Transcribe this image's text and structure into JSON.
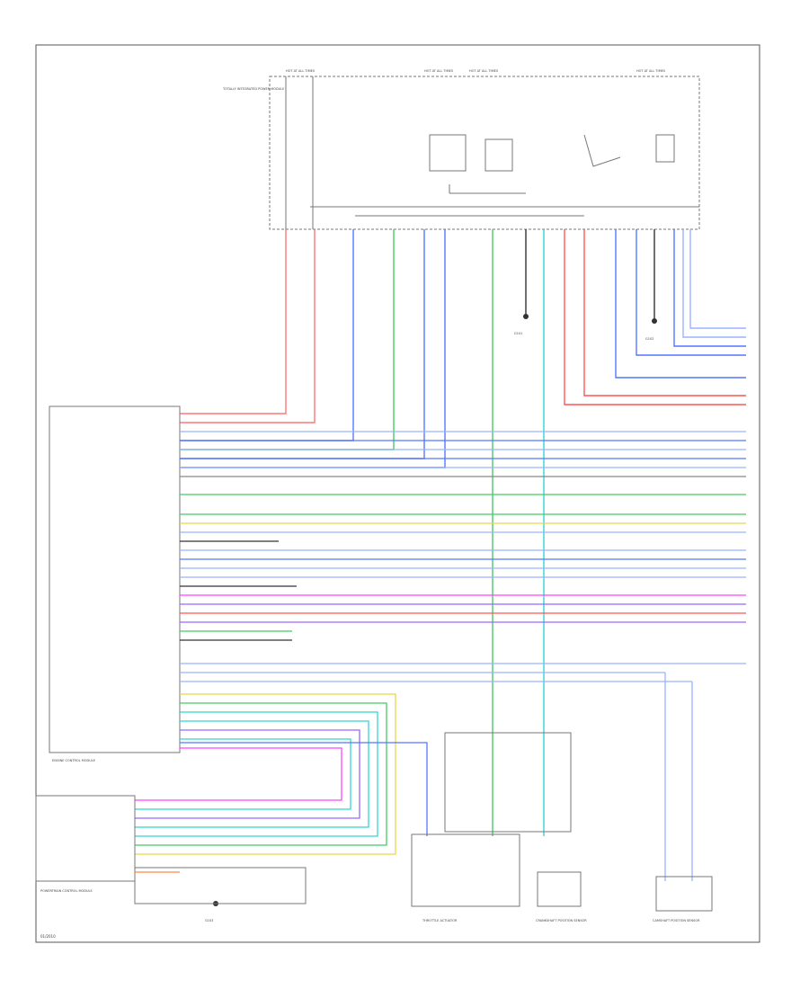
{
  "diagram": {
    "footer_code": "01/2010",
    "fuses": {
      "f1": "HOT AT ALL TIMES",
      "f2": "HOT AT ALL TIMES",
      "f3": "HOT AT ALL TIMES",
      "f4": "HOT AT ALL TIMES"
    },
    "boxes": {
      "ecm": "ENGINE CONTROL MODULE",
      "throttle": "THROTTLE ACTUATOR",
      "sensor_a": "CRANKSHAFT POSITION SENSOR",
      "sensor_b": "CAMSHAFT POSITION SENSOR",
      "pcm_lower": "POWERTRAIN CONTROL MODULE",
      "tipm": "TOTALLY INTEGRATED POWER MODULE"
    },
    "grounds": {
      "g1": "G101",
      "g2": "G102",
      "g3": "G103"
    }
  },
  "wire_colors": {
    "red": "#ff5555",
    "blue": "#5577ff",
    "green": "#44cc66",
    "cyan": "#33d4d4",
    "magenta": "#ff44ff",
    "purple": "#9966ff",
    "orange": "#ff8844",
    "yellow": "#e6d84a",
    "gray": "#888888",
    "black": "#333333",
    "lightblue": "#99b3ff"
  }
}
